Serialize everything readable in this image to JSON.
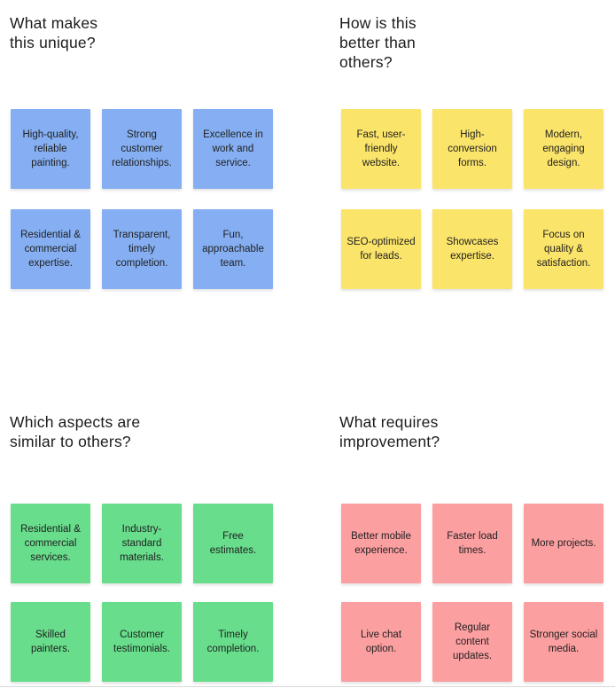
{
  "canvas": {
    "background": "#ffffff",
    "heading_color": "#1c1c1c",
    "note_text_color": "#1f1f1f",
    "bottom_edge_color": "#d9d9d9"
  },
  "quadrants": [
    {
      "name": "unique",
      "title": "What makes this unique?",
      "title_lines": [
        "What makes",
        "this unique?"
      ],
      "note_color": "#85AFF2",
      "notes": [
        "High-quality, reliable painting.",
        "Strong customer relationships.",
        "Excellence in work and service.",
        "Residential & commercial expertise.",
        "Transparent, timely completion.",
        "Fun, approachable team."
      ]
    },
    {
      "name": "better",
      "title": "How is this better than others?",
      "title_lines": [
        "How is this",
        "better than",
        "others?"
      ],
      "note_color": "#FBE46A",
      "notes": [
        "Fast, user-friendly website.",
        "High-conversion forms.",
        "Modern, engaging design.",
        "SEO-optimized for leads.",
        "Showcases expertise.",
        "Focus on quality & satisfaction."
      ]
    },
    {
      "name": "similar",
      "title": "Which aspects are similar to others?",
      "title_lines": [
        "Which aspects are",
        "similar to others?"
      ],
      "note_color": "#68DD8C",
      "notes": [
        "Residential & commercial services.",
        "Industry-standard materials.",
        "Free estimates.",
        "Skilled painters.",
        "Customer testimonials.",
        "Timely completion."
      ]
    },
    {
      "name": "improvement",
      "title": "What requires improvement?",
      "title_lines": [
        "What requires",
        "improvement?"
      ],
      "note_color": "#FC9FA1",
      "notes": [
        "Better mobile experience.",
        "Faster load times.",
        "More projects.",
        "Live chat option.",
        "Regular content updates.",
        "Stronger social media."
      ]
    }
  ]
}
